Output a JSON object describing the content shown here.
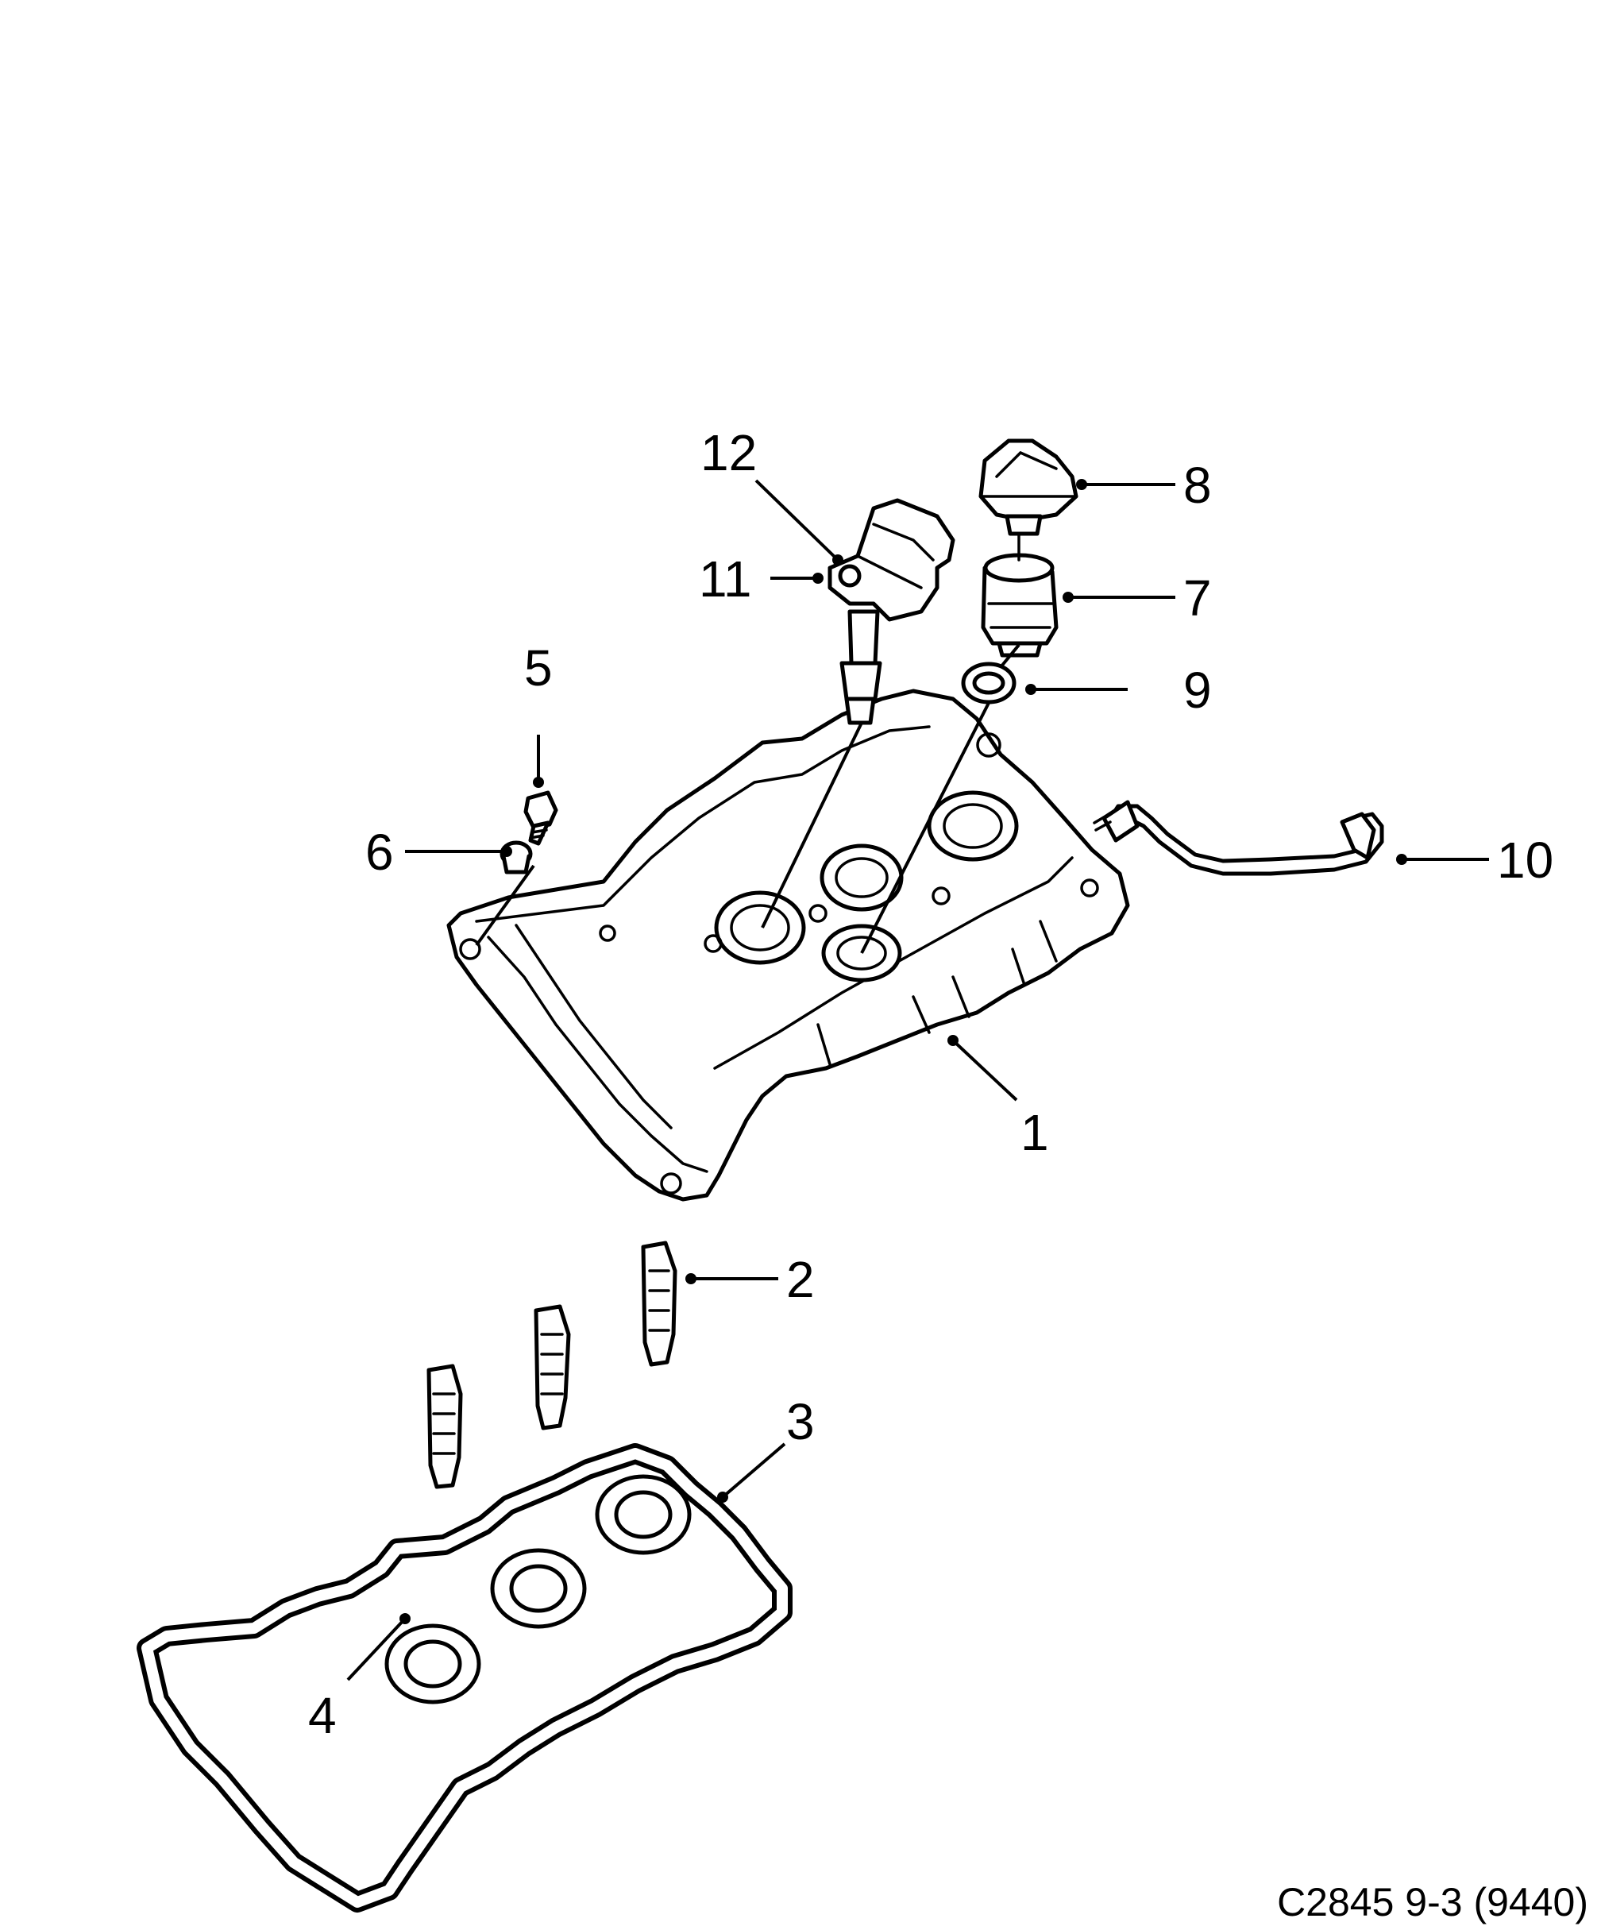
{
  "callouts": [
    {
      "id": "1",
      "label": "1"
    },
    {
      "id": "2",
      "label": "2"
    },
    {
      "id": "3",
      "label": "3"
    },
    {
      "id": "4",
      "label": "4"
    },
    {
      "id": "5",
      "label": "5"
    },
    {
      "id": "6",
      "label": "6"
    },
    {
      "id": "7",
      "label": "7"
    },
    {
      "id": "8",
      "label": "8"
    },
    {
      "id": "9",
      "label": "9"
    },
    {
      "id": "10",
      "label": "10"
    },
    {
      "id": "11",
      "label": "11"
    },
    {
      "id": "12",
      "label": "12"
    }
  ],
  "caption": "C2845 9-3 (9440)",
  "colors": {
    "line": "#000000",
    "background": "#ffffff"
  }
}
